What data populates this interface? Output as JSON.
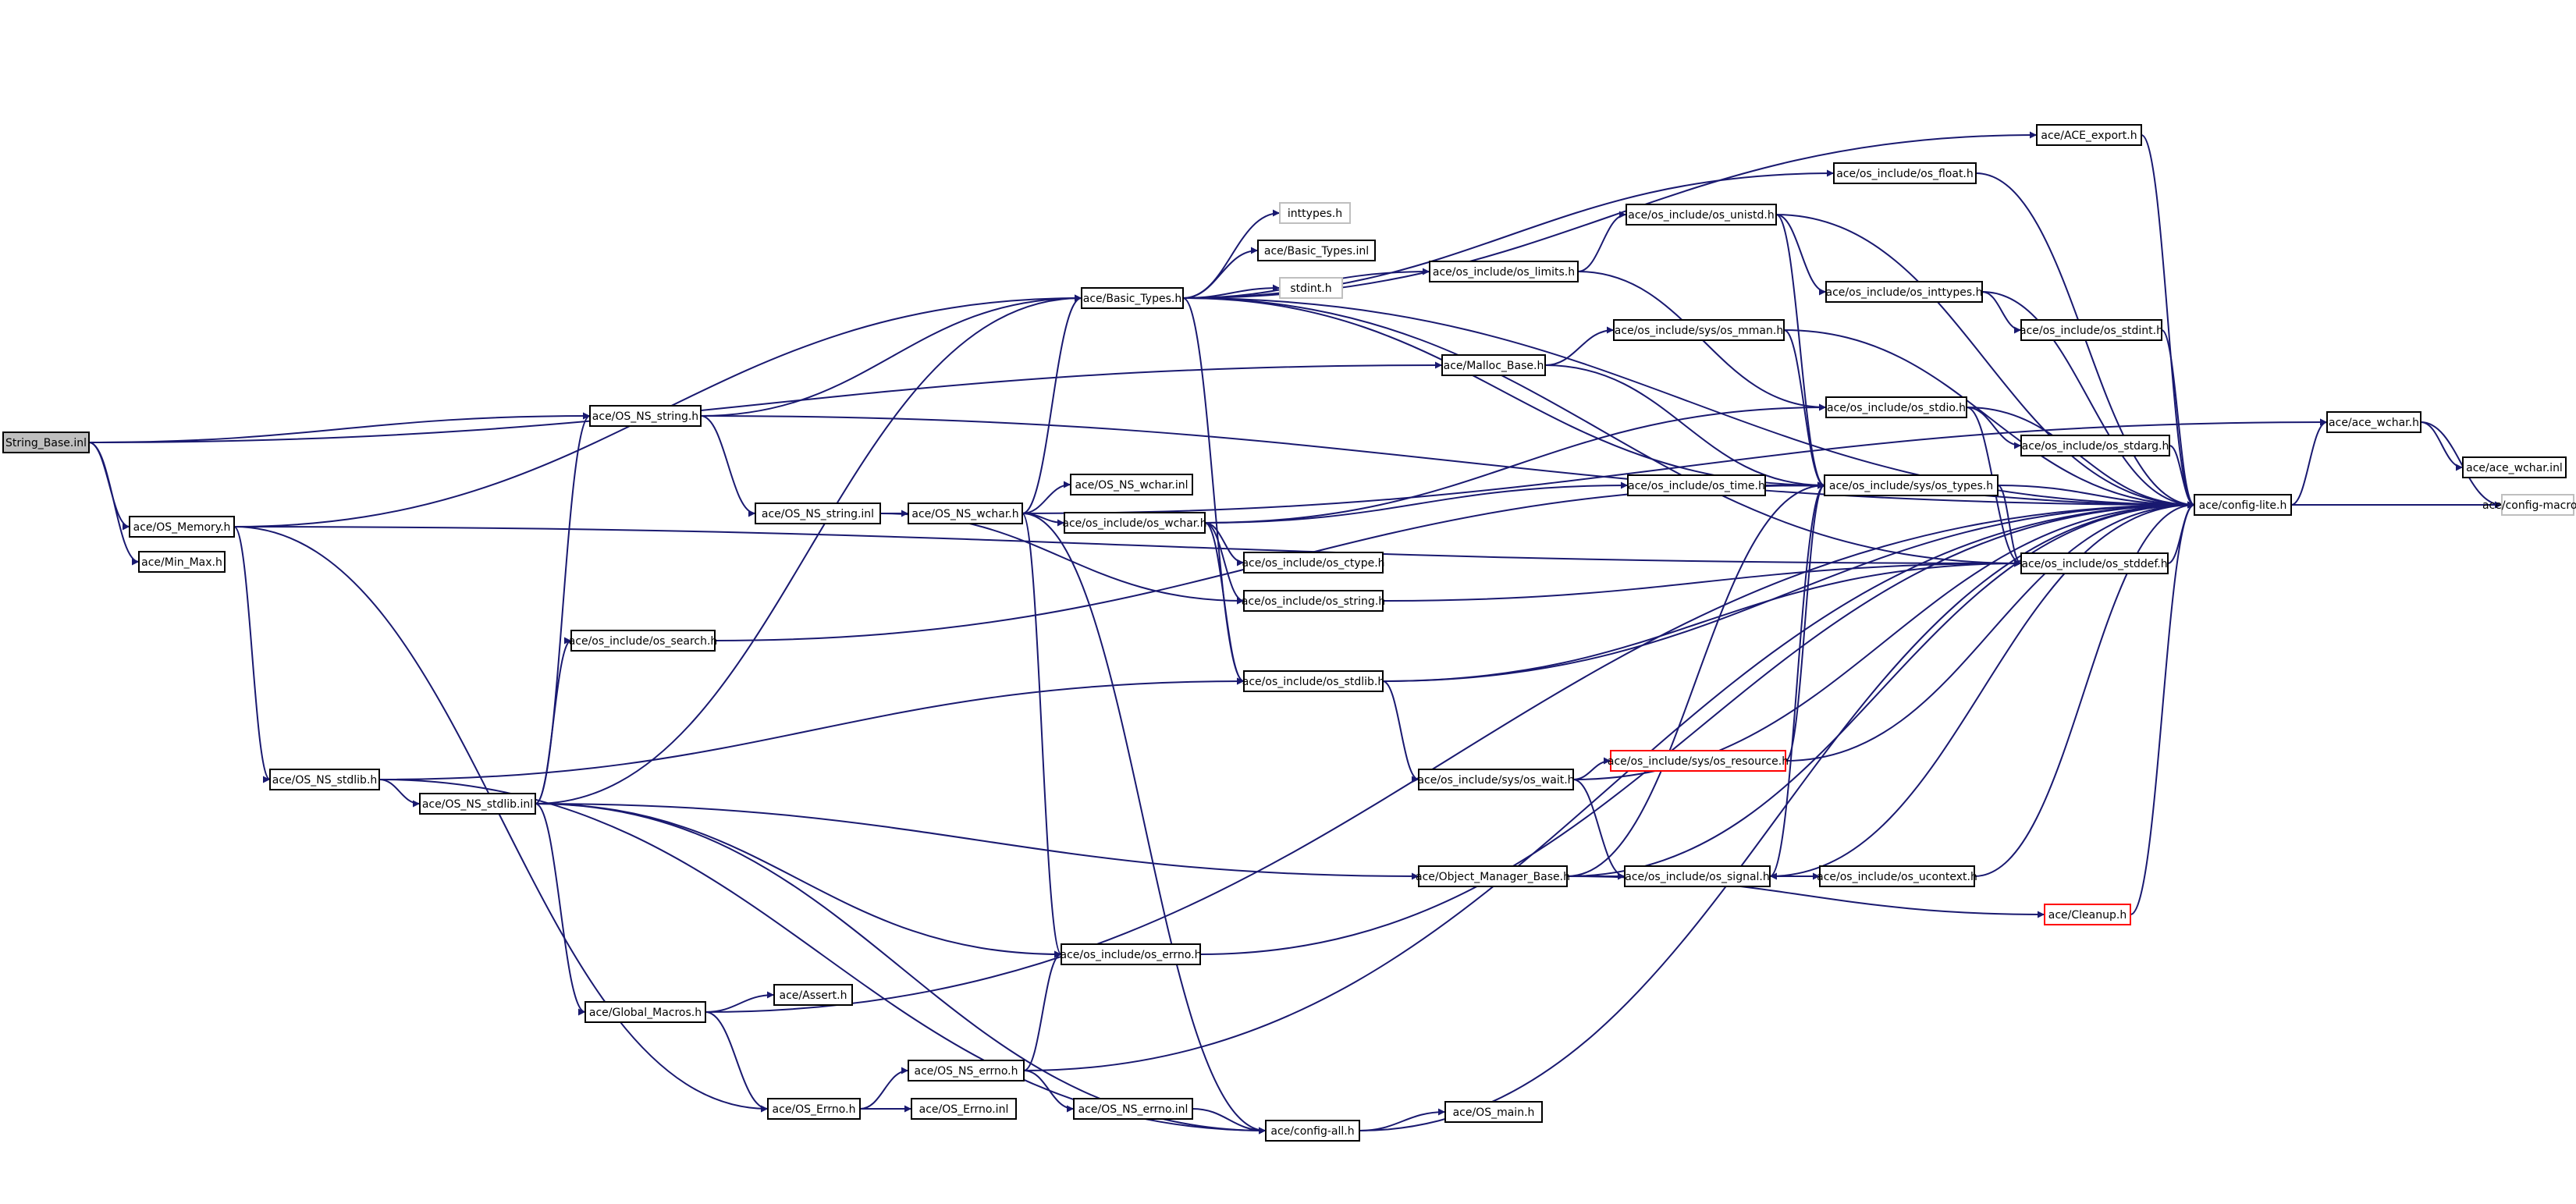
{
  "colors": {
    "edge": "#191970",
    "root_fill": "#bfbfbf",
    "missing_border": "#bfbfbf",
    "truncated_border": "#ff0000"
  },
  "nodes": [
    {
      "id": "string_base_inl",
      "label": "String_Base.inl",
      "style": "root"
    },
    {
      "id": "os_memory_h",
      "label": "ace/OS_Memory.h",
      "style": "normal"
    },
    {
      "id": "min_max_h",
      "label": "ace/Min_Max.h",
      "style": "normal"
    },
    {
      "id": "os_ns_string_h",
      "label": "ace/OS_NS_string.h",
      "style": "normal"
    },
    {
      "id": "os_ns_string_inl",
      "label": "ace/OS_NS_string.inl",
      "style": "normal"
    },
    {
      "id": "os_ns_wchar_h",
      "label": "ace/OS_NS_wchar.h",
      "style": "normal"
    },
    {
      "id": "os_ns_wchar_inl",
      "label": "ace/OS_NS_wchar.inl",
      "style": "normal"
    },
    {
      "id": "os_wchar_h",
      "label": "ace/os_include/os_wchar.h",
      "style": "normal"
    },
    {
      "id": "basic_types_h",
      "label": "ace/Basic_Types.h",
      "style": "normal"
    },
    {
      "id": "inttypes_h",
      "label": "inttypes.h",
      "style": "missing"
    },
    {
      "id": "basic_types_inl",
      "label": "ace/Basic_Types.inl",
      "style": "normal"
    },
    {
      "id": "stdint_h",
      "label": "stdint.h",
      "style": "missing"
    },
    {
      "id": "os_limits_h",
      "label": "ace/os_include/os_limits.h",
      "style": "normal"
    },
    {
      "id": "os_unistd_h",
      "label": "ace/os_include/os_unistd.h",
      "style": "normal"
    },
    {
      "id": "os_inttypes_h",
      "label": "ace/os_include/os_inttypes.h",
      "style": "normal"
    },
    {
      "id": "os_stdint_h",
      "label": "ace/os_include/os_stdint.h",
      "style": "normal"
    },
    {
      "id": "ace_export_h",
      "label": "ace/ACE_export.h",
      "style": "normal"
    },
    {
      "id": "os_float_h",
      "label": "ace/os_include/os_float.h",
      "style": "normal"
    },
    {
      "id": "malloc_base_h",
      "label": "ace/Malloc_Base.h",
      "style": "normal"
    },
    {
      "id": "os_mman_h",
      "label": "ace/os_include/sys/os_mman.h",
      "style": "normal"
    },
    {
      "id": "os_stdio_h",
      "label": "ace/os_include/os_stdio.h",
      "style": "normal"
    },
    {
      "id": "os_stdarg_h",
      "label": "ace/os_include/os_stdarg.h",
      "style": "normal"
    },
    {
      "id": "os_time_h",
      "label": "ace/os_include/os_time.h",
      "style": "normal"
    },
    {
      "id": "os_types_h",
      "label": "ace/os_include/sys/os_types.h",
      "style": "normal"
    },
    {
      "id": "os_ctype_h",
      "label": "ace/os_include/os_ctype.h",
      "style": "normal"
    },
    {
      "id": "os_string_h",
      "label": "ace/os_include/os_string.h",
      "style": "normal"
    },
    {
      "id": "os_stddef_h",
      "label": "ace/os_include/os_stddef.h",
      "style": "normal"
    },
    {
      "id": "os_search_h",
      "label": "ace/os_include/os_search.h",
      "style": "normal"
    },
    {
      "id": "os_stdlib_h",
      "label": "ace/os_include/os_stdlib.h",
      "style": "normal"
    },
    {
      "id": "os_ns_stdlib_h",
      "label": "ace/OS_NS_stdlib.h",
      "style": "normal"
    },
    {
      "id": "os_ns_stdlib_inl",
      "label": "ace/OS_NS_stdlib.inl",
      "style": "normal"
    },
    {
      "id": "os_resource_h",
      "label": "ace/os_include/sys/os_resource.h",
      "style": "truncated"
    },
    {
      "id": "os_wait_h",
      "label": "ace/os_include/sys/os_wait.h",
      "style": "normal"
    },
    {
      "id": "object_manager_base_h",
      "label": "ace/Object_Manager_Base.h",
      "style": "normal"
    },
    {
      "id": "os_signal_h",
      "label": "ace/os_include/os_signal.h",
      "style": "normal"
    },
    {
      "id": "os_ucontext_h",
      "label": "ace/os_include/os_ucontext.h",
      "style": "normal"
    },
    {
      "id": "cleanup_h",
      "label": "ace/Cleanup.h",
      "style": "truncated"
    },
    {
      "id": "os_errno_h",
      "label": "ace/os_include/os_errno.h",
      "style": "normal"
    },
    {
      "id": "assert_h",
      "label": "ace/Assert.h",
      "style": "normal"
    },
    {
      "id": "global_macros_h",
      "label": "ace/Global_Macros.h",
      "style": "normal"
    },
    {
      "id": "os_ns_errno_h",
      "label": "ace/OS_NS_errno.h",
      "style": "normal"
    },
    {
      "id": "os_errno_ace_h",
      "label": "ace/OS_Errno.h",
      "style": "normal"
    },
    {
      "id": "os_errno_inl",
      "label": "ace/OS_Errno.inl",
      "style": "normal"
    },
    {
      "id": "os_ns_errno_inl",
      "label": "ace/OS_NS_errno.inl",
      "style": "normal"
    },
    {
      "id": "config_all_h",
      "label": "ace/config-all.h",
      "style": "normal"
    },
    {
      "id": "os_main_h",
      "label": "ace/OS_main.h",
      "style": "normal"
    },
    {
      "id": "config_lite_h",
      "label": "ace/config-lite.h",
      "style": "normal"
    },
    {
      "id": "ace_wchar_h",
      "label": "ace/ace_wchar.h",
      "style": "normal"
    },
    {
      "id": "ace_wchar_inl",
      "label": "ace/ace_wchar.inl",
      "style": "normal"
    },
    {
      "id": "config_macros_h",
      "label": "ace/config-macros.h",
      "style": "missing"
    }
  ],
  "edges": [
    [
      "string_base_inl",
      "os_memory_h"
    ],
    [
      "string_base_inl",
      "min_max_h"
    ],
    [
      "string_base_inl",
      "os_ns_string_h"
    ],
    [
      "string_base_inl",
      "malloc_base_h"
    ],
    [
      "os_memory_h",
      "basic_types_h"
    ],
    [
      "os_memory_h",
      "os_ns_stdlib_h"
    ],
    [
      "os_memory_h",
      "os_errno_ace_h"
    ],
    [
      "os_memory_h",
      "os_stddef_h"
    ],
    [
      "os_ns_string_h",
      "basic_types_h"
    ],
    [
      "os_ns_string_h",
      "os_ns_string_inl"
    ],
    [
      "os_ns_string_h",
      "config_lite_h"
    ],
    [
      "os_ns_string_inl",
      "os_ns_wchar_h"
    ],
    [
      "os_ns_string_inl",
      "os_string_h"
    ],
    [
      "os_ns_wchar_h",
      "os_ns_wchar_inl"
    ],
    [
      "os_ns_wchar_h",
      "os_wchar_h"
    ],
    [
      "os_ns_wchar_h",
      "basic_types_h"
    ],
    [
      "os_ns_wchar_h",
      "os_errno_h"
    ],
    [
      "os_ns_wchar_h",
      "config_all_h"
    ],
    [
      "os_ns_wchar_h",
      "ace_wchar_h"
    ],
    [
      "os_wchar_h",
      "os_stdio_h"
    ],
    [
      "os_wchar_h",
      "os_ctype_h"
    ],
    [
      "os_wchar_h",
      "os_string_h"
    ],
    [
      "os_wchar_h",
      "os_stdlib_h"
    ],
    [
      "os_wchar_h",
      "os_time_h"
    ],
    [
      "basic_types_h",
      "inttypes_h"
    ],
    [
      "basic_types_h",
      "basic_types_inl"
    ],
    [
      "basic_types_h",
      "stdint_h"
    ],
    [
      "basic_types_h",
      "os_limits_h"
    ],
    [
      "basic_types_h",
      "ace_export_h"
    ],
    [
      "basic_types_h",
      "os_float_h"
    ],
    [
      "basic_types_h",
      "os_types_h"
    ],
    [
      "basic_types_h",
      "os_stddef_h"
    ],
    [
      "basic_types_h",
      "os_stdlib_h"
    ],
    [
      "basic_types_h",
      "config_lite_h"
    ],
    [
      "os_limits_h",
      "os_unistd_h"
    ],
    [
      "os_limits_h",
      "os_stdio_h"
    ],
    [
      "os_unistd_h",
      "os_inttypes_h"
    ],
    [
      "os_unistd_h",
      "os_types_h"
    ],
    [
      "os_unistd_h",
      "config_lite_h"
    ],
    [
      "os_inttypes_h",
      "os_stdint_h"
    ],
    [
      "os_inttypes_h",
      "config_lite_h"
    ],
    [
      "os_stdint_h",
      "config_lite_h"
    ],
    [
      "ace_export_h",
      "config_lite_h"
    ],
    [
      "os_float_h",
      "config_lite_h"
    ],
    [
      "malloc_base_h",
      "os_mman_h"
    ],
    [
      "malloc_base_h",
      "os_types_h"
    ],
    [
      "os_mman_h",
      "os_types_h"
    ],
    [
      "os_mman_h",
      "config_lite_h"
    ],
    [
      "os_stdio_h",
      "os_stdarg_h"
    ],
    [
      "os_stdio_h",
      "os_stddef_h"
    ],
    [
      "os_stdio_h",
      "config_lite_h"
    ],
    [
      "os_stdarg_h",
      "config_lite_h"
    ],
    [
      "os_time_h",
      "os_types_h"
    ],
    [
      "os_time_h",
      "config_lite_h"
    ],
    [
      "os_types_h",
      "os_stddef_h"
    ],
    [
      "os_types_h",
      "config_lite_h"
    ],
    [
      "os_string_h",
      "os_stddef_h"
    ],
    [
      "os_stddef_h",
      "config_lite_h"
    ],
    [
      "os_search_h",
      "os_types_h"
    ],
    [
      "os_stdlib_h",
      "os_stddef_h"
    ],
    [
      "os_stdlib_h",
      "os_wait_h"
    ],
    [
      "os_stdlib_h",
      "config_lite_h"
    ],
    [
      "os_ns_stdlib_h",
      "os_ns_stdlib_inl"
    ],
    [
      "os_ns_stdlib_h",
      "os_stdlib_h"
    ],
    [
      "os_ns_stdlib_h",
      "config_all_h"
    ],
    [
      "os_ns_stdlib_inl",
      "os_ns_string_h"
    ],
    [
      "os_ns_stdlib_inl",
      "basic_types_h"
    ],
    [
      "os_ns_stdlib_inl",
      "os_search_h"
    ],
    [
      "os_ns_stdlib_inl",
      "object_manager_base_h"
    ],
    [
      "os_ns_stdlib_inl",
      "os_errno_h"
    ],
    [
      "os_ns_stdlib_inl",
      "global_macros_h"
    ],
    [
      "os_ns_stdlib_inl",
      "config_all_h"
    ],
    [
      "os_wait_h",
      "os_resource_h"
    ],
    [
      "os_wait_h",
      "os_signal_h"
    ],
    [
      "os_wait_h",
      "config_lite_h"
    ],
    [
      "os_resource_h",
      "os_types_h"
    ],
    [
      "os_resource_h",
      "config_lite_h"
    ],
    [
      "object_manager_base_h",
      "os_signal_h"
    ],
    [
      "object_manager_base_h",
      "cleanup_h"
    ],
    [
      "object_manager_base_h",
      "os_types_h"
    ],
    [
      "object_manager_base_h",
      "config_lite_h"
    ],
    [
      "os_signal_h",
      "os_ucontext_h"
    ],
    [
      "os_signal_h",
      "os_types_h"
    ],
    [
      "os_signal_h",
      "config_lite_h"
    ],
    [
      "os_ucontext_h",
      "os_signal_h"
    ],
    [
      "os_ucontext_h",
      "config_lite_h"
    ],
    [
      "cleanup_h",
      "config_lite_h"
    ],
    [
      "os_errno_h",
      "config_lite_h"
    ],
    [
      "global_macros_h",
      "assert_h"
    ],
    [
      "global_macros_h",
      "os_errno_ace_h"
    ],
    [
      "global_macros_h",
      "config_lite_h"
    ],
    [
      "os_errno_ace_h",
      "os_ns_errno_h"
    ],
    [
      "os_errno_ace_h",
      "os_errno_inl"
    ],
    [
      "os_ns_errno_h",
      "os_errno_h"
    ],
    [
      "os_ns_errno_h",
      "os_ns_errno_inl"
    ],
    [
      "os_ns_errno_h",
      "config_lite_h"
    ],
    [
      "os_ns_errno_inl",
      "config_all_h"
    ],
    [
      "config_all_h",
      "os_main_h"
    ],
    [
      "config_all_h",
      "config_lite_h"
    ],
    [
      "config_lite_h",
      "ace_wchar_h"
    ],
    [
      "config_lite_h",
      "config_macros_h"
    ],
    [
      "ace_wchar_h",
      "ace_wchar_inl"
    ],
    [
      "ace_wchar_h",
      "config_macros_h"
    ]
  ]
}
